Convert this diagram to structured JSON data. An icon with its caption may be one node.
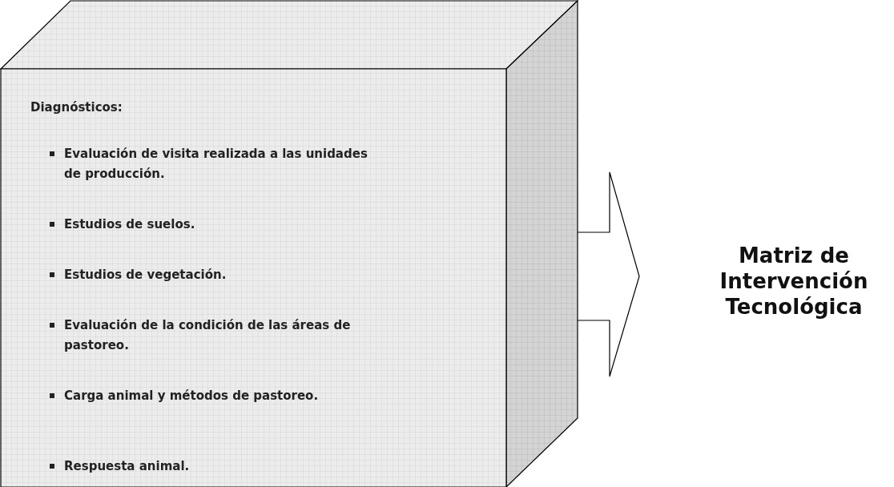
{
  "diagram": {
    "nodes": [
      {
        "text": [
          "Diagnósticos:",
          "Evaluación de visita realizada a las unidades de producción.",
          "Estudios de suelos.",
          "Estudios de vegetación.",
          "Evaluación de la condición de las áreas de pastoreo.",
          "Carga animal y métodos de pastoreo.",
          "Respuesta animal."
        ]
      },
      {
        "text": [
          "Matriz de Intervención Tecnológica"
        ]
      }
    ],
    "edges": [
      {
        "from": 0,
        "to": 1,
        "arrow": "to"
      }
    ]
  }
}
